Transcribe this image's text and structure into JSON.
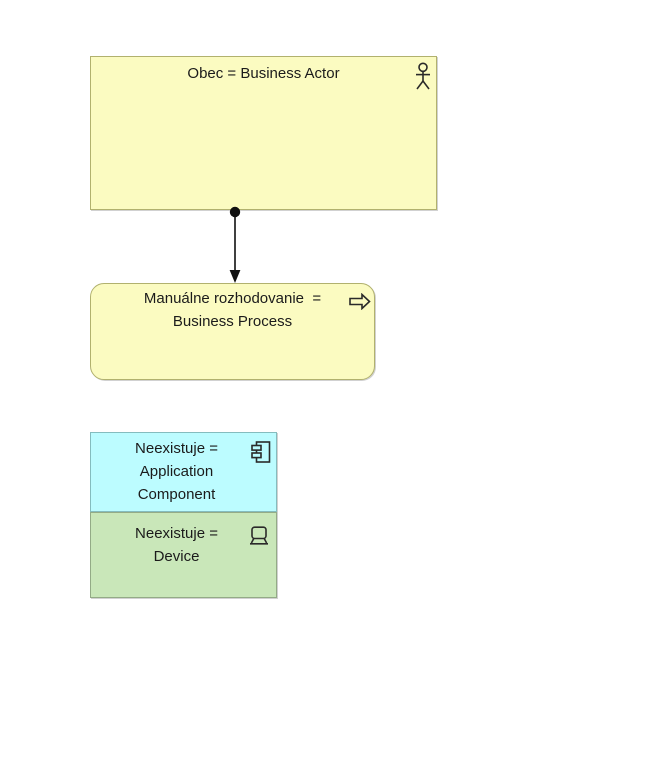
{
  "diagram": {
    "kind": "archimate-view",
    "background_color": "#ffffff",
    "text_color": "#1b1b1b",
    "nodes": {
      "business_actor": {
        "element_type": "Business Actor",
        "lines": [
          "Obec = Business Actor"
        ],
        "icon": "business-actor-icon",
        "fill_color": "#FBFBC1",
        "border_color": "#B1B16E",
        "shape": "rectangle"
      },
      "business_process": {
        "element_type": "Business Process",
        "lines": [
          "Manuálne rozhodovanie  =",
          "Business Process"
        ],
        "icon": "business-process-icon",
        "fill_color": "#FBFBC1",
        "border_color": "#B1B16E",
        "shape": "rounded-rectangle"
      },
      "application_component": {
        "element_type": "Application Component",
        "lines": [
          "Neexistuje =",
          "Application",
          "Component"
        ],
        "icon": "application-component-icon",
        "fill_color": "#BCFCFF",
        "border_color": "#84BCBE",
        "shape": "rectangle"
      },
      "device": {
        "element_type": "Device",
        "lines": [
          "Neexistuje =",
          "Device"
        ],
        "icon": "device-icon",
        "fill_color": "#C9E7B9",
        "border_color": "#93AB86",
        "shape": "rectangle"
      }
    },
    "relationships": [
      {
        "type": "assignment",
        "from": "business_actor",
        "to": "business_process",
        "line_color": "#111111",
        "source_decoration": "filled-ball",
        "target_decoration": "filled-arrowhead"
      }
    ]
  }
}
